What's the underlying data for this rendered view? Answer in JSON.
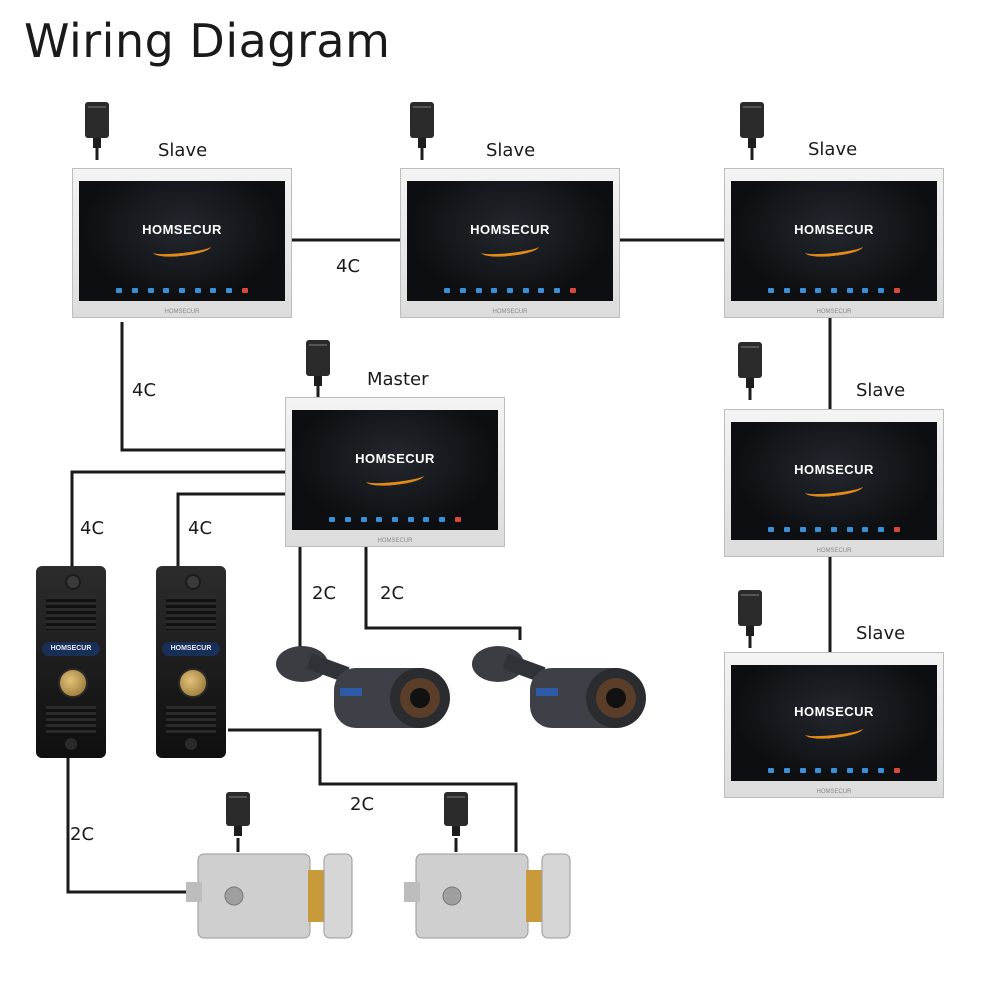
{
  "title": "Wiring Diagram",
  "labels": {
    "slave": "Slave",
    "master": "Master"
  },
  "cables": {
    "four_core": "4C",
    "two_core": "2C"
  },
  "brand": "HOMSECUR",
  "colors": {
    "wire": "#1a1a1a",
    "monitor_frame": "#e6e6e6",
    "screen": "#0c0e11",
    "swoosh": "#e38a1c",
    "door_station": "#1a1a1a",
    "nameplate": "#1a2f57",
    "button": "#b8924a",
    "lock_body": "#cfcfcf",
    "lock_bolt": "#c99a3a"
  }
}
